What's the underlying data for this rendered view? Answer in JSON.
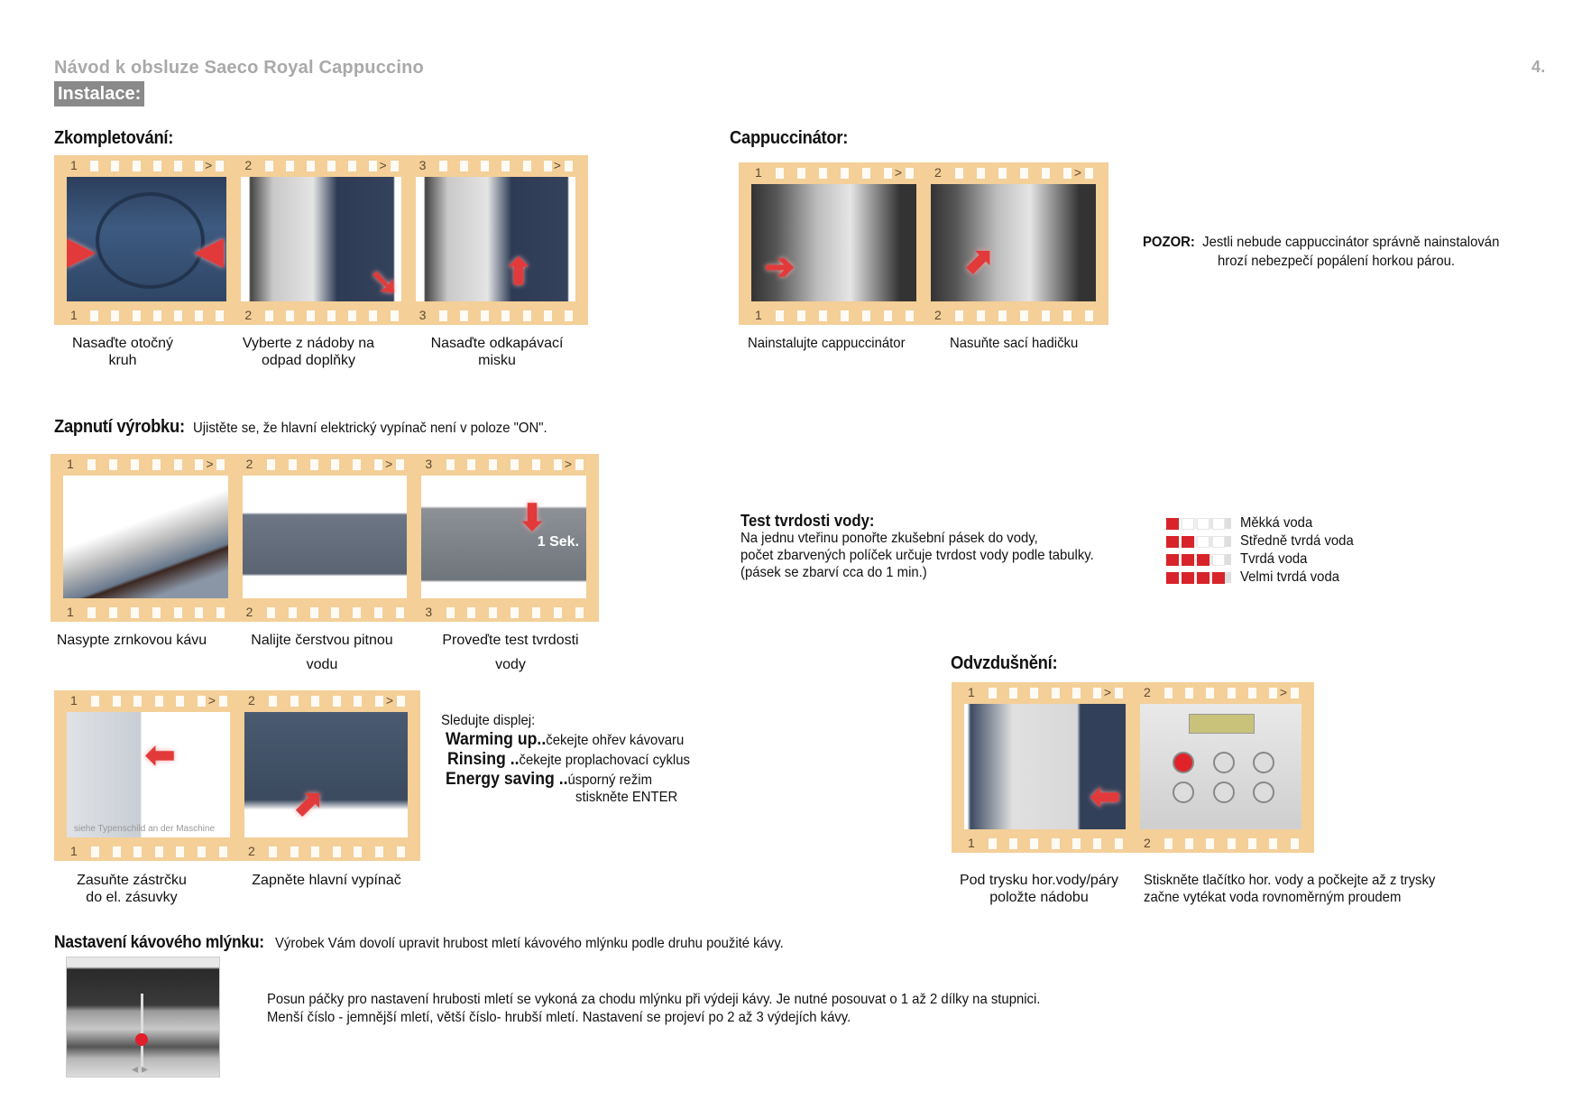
{
  "header": {
    "title": "Návod k obsluze Saeco Royal Cappuccino",
    "section": "Instalace:",
    "page_number": "4."
  },
  "zkompletovani": {
    "heading": "Zkompletování:",
    "captions": [
      [
        "Nasaďte otočný",
        "kruh"
      ],
      [
        "Vyberte z nádoby na",
        "odpad doplňky"
      ],
      [
        "Nasaďte odkapávací",
        "misku"
      ]
    ]
  },
  "cappuccinator": {
    "heading": "Cappuccinátor:",
    "captions": [
      "Nainstalujte cappuccinátor",
      "Nasuňte sací hadičku"
    ],
    "warning_label": "POZOR:",
    "warning_lines": [
      "Jestli nebude cappuccinátor správně nainstalován",
      "hrozí nebezpečí popálení horkou párou."
    ]
  },
  "zapnuti": {
    "heading": "Zapnutí výrobku:",
    "intro": "Ujistěte se, že hlavní elektrický vypínač není v poloze \"ON\".",
    "captions": [
      [
        "Nasypte zrnkovou kávu",
        ""
      ],
      [
        "Nalijte čerstvou pitnou",
        "vodu"
      ],
      [
        "Proveďte test tvrdosti",
        "vody"
      ]
    ],
    "photo_label": "1 Sek.",
    "captions2": [
      [
        "Zasuňte zástrčku",
        "do el. zásuvky"
      ],
      [
        "Zapněte hlavní vypínač",
        ""
      ]
    ],
    "plug_note": "siehe Typenschild an der Maschine",
    "display": {
      "title": "Sledujte displej:",
      "rows": [
        {
          "key": "Warming up..",
          "text": "čekejte ohřev kávovaru"
        },
        {
          "key": "Rinsing ..",
          "text": "čekejte proplachovací cyklus"
        },
        {
          "key": "Energy saving ..",
          "text": "úsporný režim"
        }
      ],
      "extra": "stiskněte ENTER"
    }
  },
  "hardness": {
    "title": "Test tvrdosti vody:",
    "lines": [
      "Na jednu vteřinu ponořte zkušební pásek do vody,",
      "počet zbarvených políček určuje tvrdost vody podle tabulky.",
      "(pásek se zbarví cca do 1 min.)"
    ],
    "legend": [
      {
        "label": "Měkká voda",
        "filled": 1
      },
      {
        "label": "Středně tvrdá voda",
        "filled": 2
      },
      {
        "label": "Tvrdá voda",
        "filled": 3
      },
      {
        "label": "Velmi tvrdá voda",
        "filled": 4
      }
    ],
    "strip_color": "#d8232a"
  },
  "odvzdusneni": {
    "heading": "Odvzdušnění:",
    "captions": [
      [
        "Pod trysku hor.vody/páry",
        "položte nádobu"
      ],
      [
        "Stiskněte tlačítko hor. vody a počkejte až z trysky",
        "začne vytékat voda rovnoměrným proudem"
      ]
    ]
  },
  "mlynek": {
    "heading": "Nastavení kávového mlýnku:",
    "intro": "Výrobek Vám dovolí upravit hrubost mletí kávového mlýnku podle druhu použité  kávy.",
    "lines": [
      "Posun páčky pro nastavení hrubosti mletí se vykoná za chodu mlýnku při výdeji kávy. Je nutné posouvat o 1 až 2 dílky na stupnici.",
      "Menší číslo -  jemnější mletí, větší číslo-  hrubší mletí. Nastavení se projeví po 2 až 3 výdejích kávy."
    ]
  },
  "films": {
    "f1": {
      "frames": [
        "1",
        "2",
        "3"
      ]
    },
    "f2": {
      "frames": [
        "1",
        "2"
      ]
    },
    "f3": {
      "frames": [
        "1",
        "2",
        "3"
      ]
    },
    "f4": {
      "frames": [
        "1",
        "2"
      ]
    },
    "f5": {
      "frames": [
        "1",
        "2"
      ]
    }
  }
}
